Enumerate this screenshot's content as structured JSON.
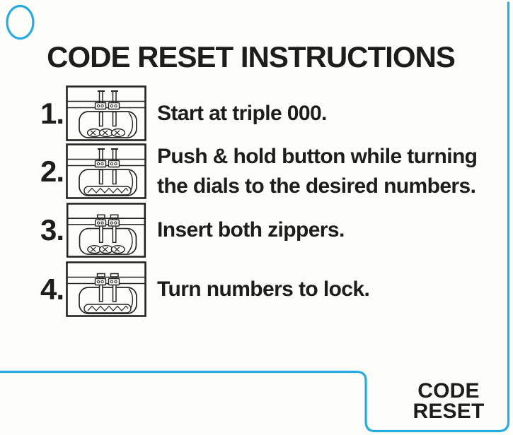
{
  "page": {
    "title": "CODE RESET INSTRUCTIONS",
    "background_color": "#fdfdfa",
    "accent_color": "#29abe2",
    "text_color": "#1d1d1b",
    "diagram_line_color": "#232323"
  },
  "steps": [
    {
      "number": "1.",
      "text": "Start at triple 000.",
      "icon": "lock-zippers-raised-icon",
      "dials": "x"
    },
    {
      "number": "2.",
      "text": "Push & hold button while turning\nthe dials to the desired numbers.",
      "icon": "lock-zippers-raised-turning-icon",
      "dials": "zigzag"
    },
    {
      "number": "3.",
      "text": "Insert both zippers.",
      "icon": "lock-zippers-inserted-icon",
      "dials": "x"
    },
    {
      "number": "4.",
      "text": "Turn numbers to lock.",
      "icon": "lock-zippers-inserted-turning-icon",
      "dials": "zigzag"
    }
  ],
  "footer": {
    "line1": "CODE",
    "line2": "RESET"
  }
}
